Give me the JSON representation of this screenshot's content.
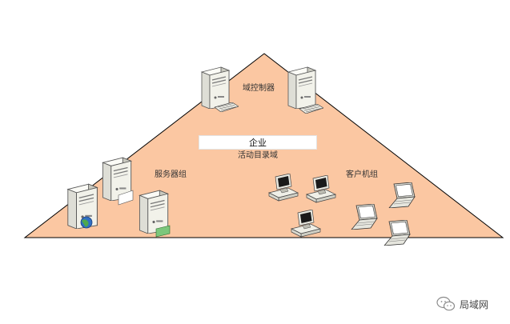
{
  "diagram": {
    "enterprise_label": "企业",
    "active_directory_label": "活动目录域",
    "domain_controllers_label": "域控制器",
    "servers_label": "服务器组",
    "clients_label": "客户机组"
  },
  "watermark": {
    "text": "局域网",
    "icon": "wechat-logo-icon"
  },
  "colors": {
    "triangle_fill": "#FBC7A2",
    "triangle_stroke": "#000000",
    "server_body": "#F2F2EA",
    "server_side": "#C9C9BF"
  }
}
